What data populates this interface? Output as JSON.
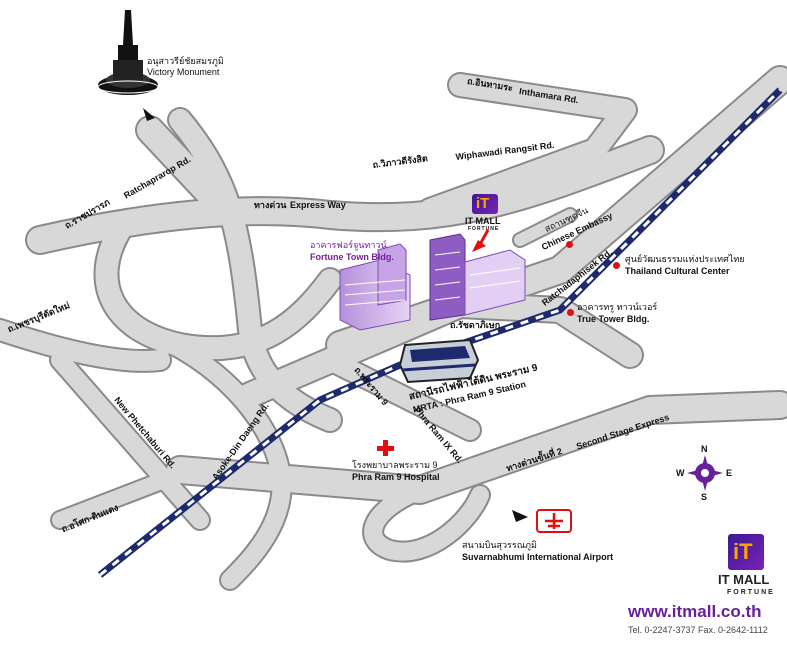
{
  "colors": {
    "road_fill": "#d8d8d8",
    "road_edge": "#8a8a8a",
    "rail": "#1e2a6e",
    "building": "#c9a6e6",
    "building_dark": "#8e5cc2",
    "brand_purple": "#6a1f9a",
    "marker_red": "#e01010"
  },
  "landmarks": {
    "victory_monument_th": "อนุสาวรีย์ชัยสมรภูมิ",
    "victory_monument_en": "Victory Monument",
    "fortune_town_th": "อาคารฟอร์จูนทาวน์",
    "fortune_town_en": "Fortune Town Bldg.",
    "chinese_embassy_th": "สถานฑูตจีน",
    "chinese_embassy_en": "Chinese Embassy",
    "cultural_center_th": "ศูนย์วัฒนธรรมแห่งประเทศไทย",
    "cultural_center_en": "Thailand Cultural Center",
    "true_tower_th": "อาคารทรู ทาวน์เวอร์",
    "true_tower_en": "True Tower Bldg.",
    "mrta_station_th": "สถานีรถไฟฟ้าใต้ดิน พระราม 9",
    "mrta_station_en": "MRTA : Phra Ram 9 Station",
    "hospital_th": "โรงพยาบาลพระราม 9",
    "hospital_en": "Phra Ram 9 Hospital",
    "airport_th": "สนามบินสุวรรณภูมิ",
    "airport_en": "Suvarnabhumi International Airport"
  },
  "roads": {
    "inthamara_th": "ถ.อินทามระ",
    "inthamara_en": "Inthamara Rd.",
    "wiphawadi_th": "ถ.วิภาวดีรังสิต",
    "wiphawadi_en": "Wiphawadi Rangsit Rd.",
    "expressway_th": "ทางด่วน",
    "expressway_en": "Express Way",
    "ratchaprarop_th": "ถ.ราชปรารภ",
    "ratchaprarop_en": "Ratchaprarop Rd.",
    "ratchadaphisek_en": "Ratchadaphisek Rd.",
    "ratchadaphisek_th": "ถ.รัชดาภิเษก",
    "phetchaburi_th": "ถ.เพชรบุรีตัดใหม่",
    "phetchaburi_en": "New Phetchaburi Rd.",
    "phra_ram_9_th": "ถ.พระราม 9",
    "phra_ram_9_en": "Phra Ram IX Rd.",
    "asoke_en": "Asoke-Din Daeng Rd.",
    "asoke_th": "ถ.อโศก-ดินแดง",
    "second_stage_th": "ทางด่วนขั้นที่ 2",
    "second_stage_en": "Second Stage Express"
  },
  "compass": {
    "n": "N",
    "e": "E",
    "s": "S",
    "w": "W"
  },
  "brand": {
    "logo_mark": "iT",
    "logo_small_title": "IT MALL",
    "logo_small_sub": "FORTUNE",
    "logo_title": "IT MALL",
    "logo_sub": "FORTUNE",
    "website": "www.itmall.co.th",
    "contact": "Tel. 0-2247-3737  Fax. 0-2642-1112"
  }
}
